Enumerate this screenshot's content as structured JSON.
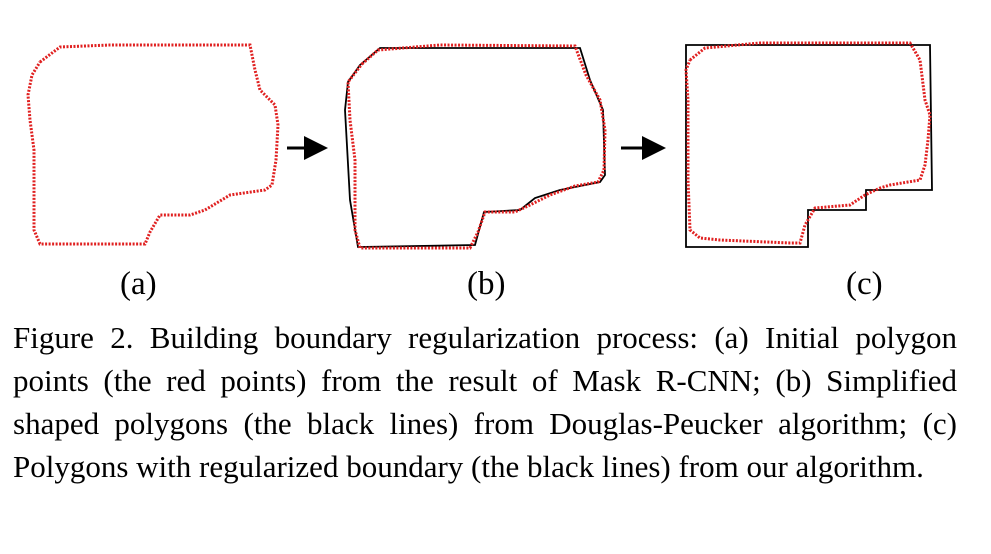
{
  "panels": [
    {
      "label": "(a)"
    },
    {
      "label": "(b)"
    },
    {
      "label": "(c)"
    }
  ],
  "caption": "Figure 2. Building boundary regularization process: (a) Initial polygon points (the red points) from the result of Mask R-CNN; (b) Simplified shaped polygons (the black lines) from Douglas-Peucker algorithm; (c) Polygons with regularized boundary (the black lines) from our algorithm.",
  "colors": {
    "points": "#e02020",
    "lines": "#000000"
  }
}
